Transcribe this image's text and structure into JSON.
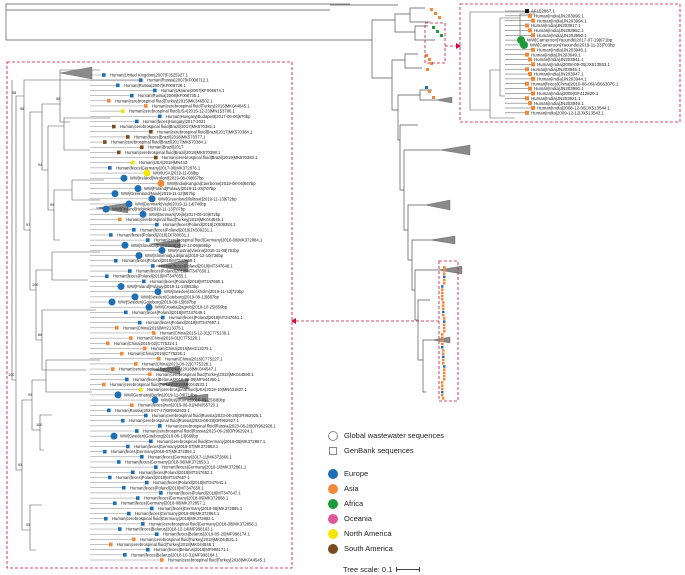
{
  "top_right_labels": [
    "AF152867.1",
    "Human|India|JN203996.1",
    "Human|India|JN203994.1",
    "Human|India|JN203917.1",
    "Human|India|JN203952.1",
    "Human|India|JN203950.1",
    "WW|Cameroon|Yaounde|2017-07-19|671bp",
    "WW|Cameroon|Yaounde|2019-11-23|703bp",
    "Human|India|JN203946.1",
    "Human|India|JN203949.1",
    "Human|India|JN203941.1",
    "Human|India|2008-09-05|JX513553.1",
    "Human|India|JN203945.1",
    "Human|India|JN203947.1",
    "Human|India|JN203944.1",
    "Human|feces|China|2010-06-06|AB663076.1",
    "Human|India|JN203960.1",
    "Human|India|2009|GF412820.1",
    "Human|India|JN203921.1",
    "Human|India|JN203949.1",
    "Human|India|2008-12-06|JX513544.1",
    "Human|India|2009-12-12|JX513543.1"
  ],
  "left_panel_labels": [
    "Human|United Kingdom|2007|FJ525927.1",
    "Human|Russia|2007|KF008712.1",
    "Human|Russia|2007|KF008736.1",
    "Human|Ukraine|2007|KF008674.1",
    "Human|Russia|2008|KF008735.1",
    "Human|cerebrospinal fluid|Turkey|2015|MK346502.1",
    "Human|cerebrospinal fluid|Turkey|2015|MK044845.1",
    "Human|cerebrospinal fluid|USA|2015-12-23|MN153786.1",
    "Human|Hungary|Budapest|2017-06-06|670bp",
    "Human|feces|Hungary|2017-2021",
    "Human|cerebrospinal fluid|Brazil|2017|MK570382.1",
    "Human|cerebrospinal fluid|Brazil|2017|MK570384.1",
    "Human|feces|Brazil|2018|MK570377.1",
    "Human|cerebrospinal fluid|Brazil|2017|MK570384.1",
    "Human|Brazil|2017",
    "Human|cerebrospinal fluid|Brazil|2018|MK570388.1",
    "Human|cerebrospinal fluid|Brazil|2019|MK570383.1",
    "Human|USA|2019|MN443",
    "Human|feces|Germany|2017-08|MK372876.1",
    "WW|USA|2019-11-08|bp",
    "WW|Ireland|Wexford|2019-08-09|667bp",
    "WW|India|Kangra|Caerbome|2019-08-06|667bp",
    "WW|Poland|Pulawy|2019-11-28|707bp",
    "WW|Greenland|Nuuk|2019-11-13|667bp",
    "WW|Greenland|Ilulissat|2019-11-13|672bp",
    "WW|Denmark|Vejle|2019-11-14|746bp",
    "WW|Finland|Helsinki|2019-11-13|707bp",
    "WW|Denmark|Vejle|2017-05-10|672bp",
    "Human|cerebrospinal fluid|Turkey|2018|MK044845.1",
    "Human|feces|Poland|2018|JX509284.1",
    "Human|feces|Poland|2018|JX509231.1",
    "Human|feces|Poland|2018|JX780831.1",
    "Human|cerebrospinal fluid|Germany|2018-08|MK372884.1",
    "WW|Slovakia|Bratislava|2019-12-05|659bp",
    "WW|Austria|Vienna|2018-11-08|761bp",
    "WW|Slovenia|Ljubljana|2019-12-10|738bp",
    "Human|feces|Poland|2018|MT347659.1",
    "Human|feces|Poland|2018|MT347648.1",
    "Human|feces|Poland|2018|MT347650.1",
    "Human|feces|Poland|2018|MT347655.1",
    "Human|feces|Poland|2018|MT347660.1",
    "WW|Poland|Pulawy|2019-11-13|653bp",
    "WW|Sweden|Stockholm|2019-11-13|723bp",
    "WW|Sweden|Goteborg|2019-09-13|687bp",
    "WW|Sweden|Goteborg|2019-09-15|697bp",
    "WW|Croatia|Zagreb|2018-10-25|659bp",
    "Human|feces|Poland|2018|MT347649.1",
    "Human|feces|Poland|2018|MT347651.1",
    "Human|feces|Poland|2018|MT347667.1",
    "Human|China|2016|MH213375.1",
    "Human|China|2015-12-31|C775136.1",
    "Human|China|2016-01|C775228.1",
    "Human|China|2016-02|C775224.1",
    "Human|China|2016|MH213375.1",
    "Human|China|2016|C775226.1",
    "Human|China|2016|C775227.1",
    "Human|China|2023-08-22|C775228.1",
    "Human|cerebrospinal fluid|Turkey|2018|MK044547.1",
    "Human|cerebrospinal fluid|Turkey|2018|MK044590.1",
    "Human|feces|Belarus|2016-08-09|MF944350.1",
    "Human|cerebrospinal fluid|Turkey|2018|MK044533.1",
    "Human|cerebrospinal fluid|USA|2018-10|MN031837.1",
    "WW|Germany|Berlin|2019-11-09|714bp",
    "WW|Italy|Rome|2019-09-25|680bp",
    "Human|feces|Iran|2019-06-01|MN055720.1",
    "Human|Russia|2023-07-27|OR962923.1",
    "Human|cerebrospinal fluid|Russia|2023-06-28|OR962925.1",
    "Human|cerebrospinal fluid|Russia|2023-08-28|OR962927.1",
    "Human|cerebrospinal fluid|Russia|2023-08-28|OR962928.1",
    "Human|cerebrospinal fluid|Russia|2023-06-28|OR962924.1",
    "WW|Sweden|Goteborg|2018-06-13|686bp",
    "Human|cerebrospinal fluid|Germany|2018-05|MK372867.1",
    "Human|feces|Germany|2018-07|MK372863.1",
    "Human|feces|Germany|2018-07|MK372854.1",
    "Human|feces|Germany|2017-11|MK372866.1",
    "Human|feces|Germany|2018-06|MK372853.1",
    "Human|feces|Germany|2018-10|MK372861.1",
    "Human|feces|Poland|2018|MT347652.1",
    "Human|feces|Poland|2018|MT347657.1",
    "Human|feces|Poland|2018|MT347641.1",
    "Human|feces|Poland|2018|MT347658.1",
    "Human|feces|Poland|2018|MT347647.1",
    "Human|feces|Germany|2018-09|MK372868.1",
    "Human|feces|Germany|2018-08|MK372857.1",
    "Human|feces|Germany|2018-08|MK372865.1",
    "Human|feces|Germany|2018-09|MK372864.1",
    "Human|cerebrospinal fluid|Germany|2018|MK372882.1",
    "Human|cerebrospinal fluid|Germany|2018-08|MK372856.1",
    "Human|feces|Belarus|2018-12-14|MF998163.1",
    "Human|feces|Belarus|2019-05-20|MF998174.1",
    "Human|cerebrospinal fluid|Turkey|2018|MK044531.1",
    "Human|cerebrospinal fluid|Turkey|2018|MK044548.1",
    "Human|feces|Belarus|2018|MF998171.1",
    "Human|feces|Belarus|2018-10-31|MF998184.1",
    "Human|cerebrospinal fluid|Turkey|2018|MK044545.1"
  ],
  "bootstrap_values": [
    "100",
    "98",
    "98",
    "97",
    "94",
    "99",
    "100",
    "86",
    "95",
    "99",
    "100",
    "95",
    "98"
  ],
  "legend": {
    "wastewater": "Global wastewater sequences",
    "genbank": "GenBank sequences",
    "europe": "Europe",
    "asia": "Asia",
    "africa": "Africa",
    "oceania": "Oceania",
    "north_america": "North America",
    "south_america": "South America"
  },
  "colors": {
    "europe": "#1f6fb5",
    "asia": "#f08a3a",
    "africa": "#1f9a3a",
    "oceania": "#e2559b",
    "north_america": "#f5e500",
    "south_america": "#7b4a1c",
    "highlight": "#c8103d",
    "branch": "#555555"
  },
  "scale": {
    "label": "Tree scale: 0.1"
  }
}
